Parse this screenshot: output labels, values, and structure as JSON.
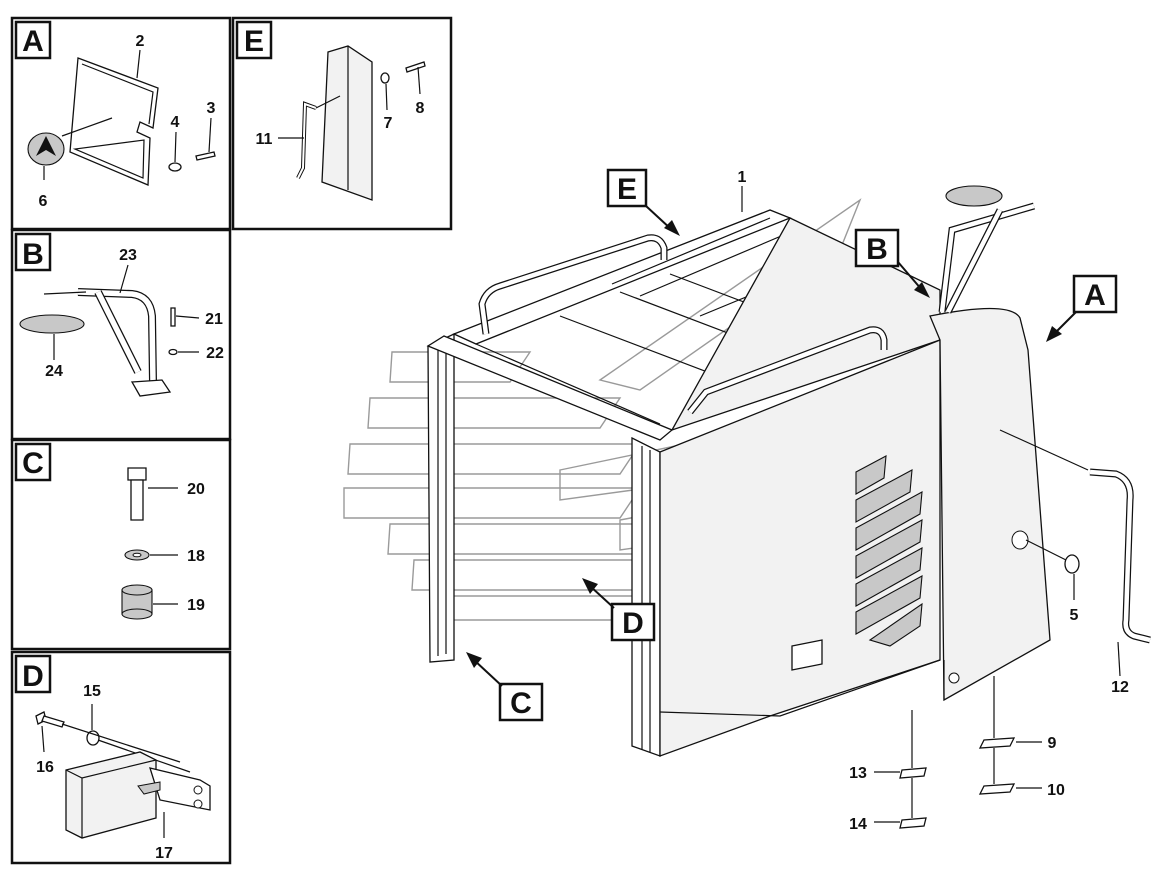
{
  "panels": {
    "A": {
      "letter": "A",
      "callouts": {
        "c2": "2",
        "c3": "3",
        "c4": "4",
        "c6": "6"
      }
    },
    "E": {
      "letter": "E",
      "callouts": {
        "c7": "7",
        "c8": "8",
        "c11": "11"
      }
    },
    "B": {
      "letter": "B",
      "callouts": {
        "c21": "21",
        "c22": "22",
        "c23": "23",
        "c24": "24"
      }
    },
    "C": {
      "letter": "C",
      "callouts": {
        "c18": "18",
        "c19": "19",
        "c20": "20"
      }
    },
    "D": {
      "letter": "D",
      "callouts": {
        "c15": "15",
        "c16": "16",
        "c17": "17"
      }
    }
  },
  "main": {
    "callouts": {
      "c1": "1",
      "c5": "5",
      "c9": "9",
      "c10": "10",
      "c12": "12",
      "c13": "13",
      "c14": "14"
    },
    "flags": {
      "E": "E",
      "B": "B",
      "A": "A",
      "C": "C",
      "D": "D"
    }
  }
}
